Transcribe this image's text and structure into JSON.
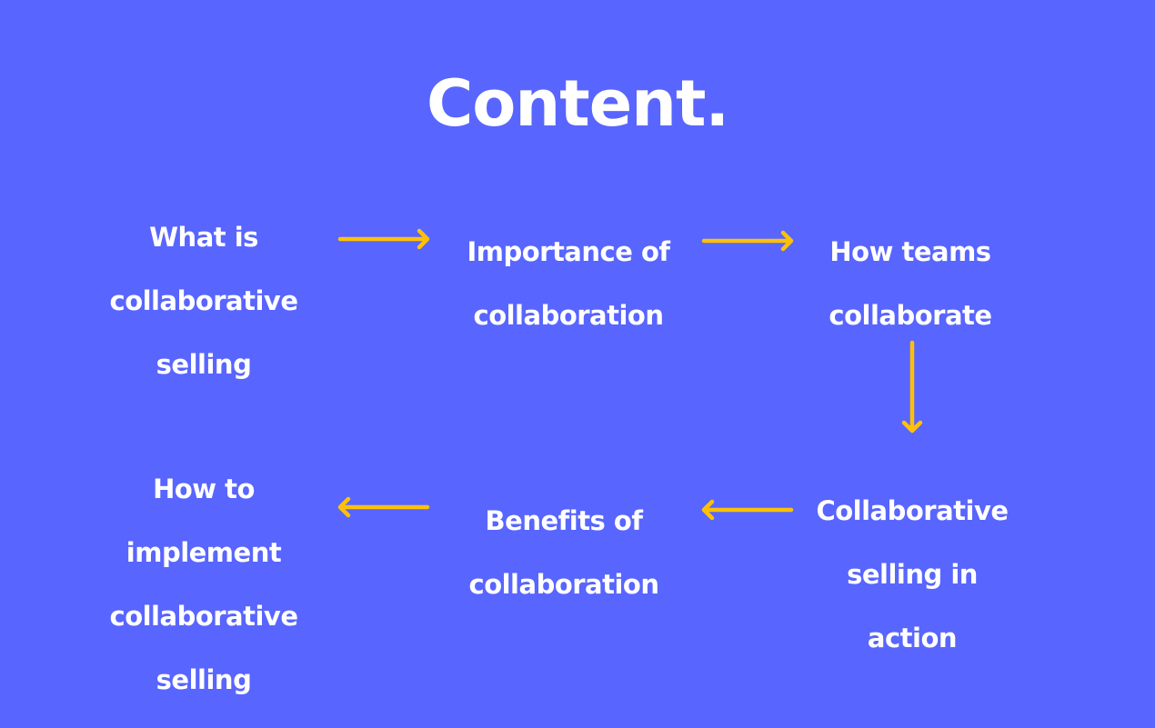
{
  "title": "Content.",
  "accent_color": "#FFC107",
  "background_color": "#5865FF",
  "nodes": [
    {
      "lines": [
        "What is",
        "collaborative",
        "selling"
      ]
    },
    {
      "lines": [
        "Importance of",
        "collaboration"
      ]
    },
    {
      "lines": [
        "How teams",
        "collaborate"
      ]
    },
    {
      "lines": [
        "Collaborative",
        "selling in",
        "action"
      ]
    },
    {
      "lines": [
        "Benefits of",
        "collaboration"
      ]
    },
    {
      "lines": [
        "How to",
        "implement",
        "collaborative",
        "selling"
      ]
    }
  ],
  "arrows": [
    {
      "from": 0,
      "to": 1,
      "direction": "right",
      "icon": "arrow-right-icon"
    },
    {
      "from": 1,
      "to": 2,
      "direction": "right",
      "icon": "arrow-right-icon"
    },
    {
      "from": 2,
      "to": 3,
      "direction": "down",
      "icon": "arrow-down-icon"
    },
    {
      "from": 3,
      "to": 4,
      "direction": "left",
      "icon": "arrow-left-icon"
    },
    {
      "from": 4,
      "to": 5,
      "direction": "left",
      "icon": "arrow-left-icon"
    }
  ]
}
